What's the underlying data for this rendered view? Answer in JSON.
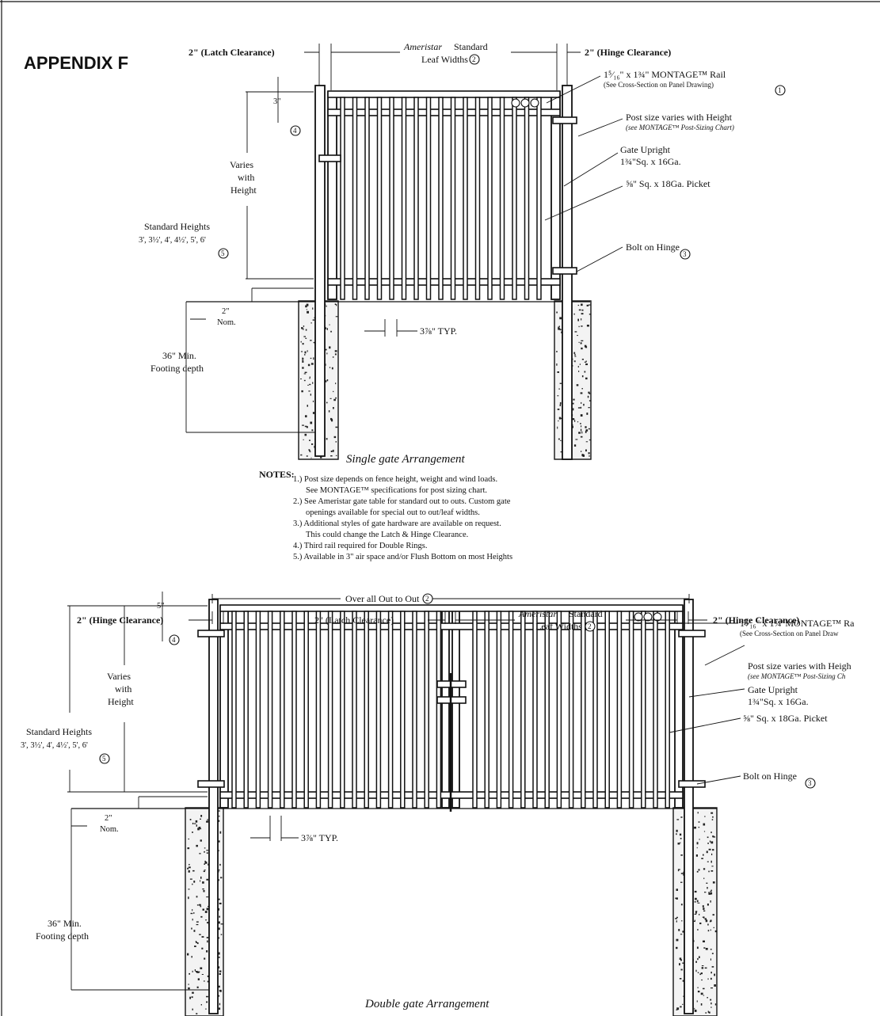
{
  "title": "APPENDIX F",
  "single": {
    "caption": "Single gate Arrangement",
    "latch_clearance": "2\" (Latch Clearance)",
    "hinge_clearance": "2\" (Hinge Clearance)",
    "leaf_width_brand": "Ameristar",
    "leaf_width_1": "Standard",
    "leaf_width_2": "Leaf Widths",
    "rail_label": "1⁵⁄₁₆\" x 1¾\" MONTAGE™ Rail",
    "rail_sub": "(See Cross-Section on Panel Drawing)",
    "post_label": "Post size varies with Height",
    "post_sub": "(see MONTAGE™ Post-Sizing Chart)",
    "upright_1": "Gate Upright",
    "upright_2": "1¾\"Sq. x 16Ga.",
    "picket": "⅝\" Sq. x 18Ga. Picket",
    "hinge": "Bolt on Hinge",
    "top_gap": "3\"",
    "varies_1": "Varies",
    "varies_2": "with",
    "varies_3": "Height",
    "std_heights_1": "Standard Heights",
    "std_heights_2": "3', 3½', 4', 4½', 5', 6'",
    "nom_1": "2\"",
    "nom_2": "Nom.",
    "spacing": "3⅞\" TYP.",
    "footing_1": "36\" Min.",
    "footing_2": "Footing depth"
  },
  "notes": {
    "heading": "NOTES:",
    "n1a": "1.) Post size depends on fence height, weight and wind loads.",
    "n1b": "See MONTAGE™ specifications for post sizing chart.",
    "n2a": "2.) See Ameristar gate table for standard out to outs. Custom gate",
    "n2b": "openings available for special out to out/leaf widths.",
    "n3a": "3.) Additional styles of gate hardware are available on request.",
    "n3b": "This could change the Latch & Hinge Clearance.",
    "n4": "4.) Third rail required for Double Rings.",
    "n5": "5.) Available in 3\" air space and/or Flush Bottom on most Heights"
  },
  "double": {
    "caption": "Double gate Arrangement",
    "overall": "Over all Out to Out",
    "hinge_clearance_left": "2\" (Hinge Clearance)",
    "latch_clearance": "2\" (Latch Clearance)",
    "hinge_clearance_right": "2\" (Hinge Clearance)",
    "leaf_width_brand": "Ameristar",
    "leaf_width_1": "Standard",
    "leaf_width_2": "Leaf Widths",
    "rail_label": "1⁵⁄₁₆\" x 1¾\"MONTAGE™ Ra",
    "rail_sub": "(See Cross-Section on Panel Draw",
    "post_label": "Post size varies with Heigh",
    "post_sub": "(see MONTAGE™ Post-Sizing Ch",
    "upright_1": "Gate Upright",
    "upright_2": "1¾\"Sq. x 16Ga.",
    "picket": "⅝\" Sq. x 18Ga. Picket",
    "hinge": "Bolt on Hinge",
    "top_gap": "5\"",
    "varies_1": "Varies",
    "varies_2": "with",
    "varies_3": "Height",
    "std_heights_1": "Standard Heights",
    "std_heights_2": "3', 3½', 4', 4½', 5', 6'",
    "nom_1": "2\"",
    "nom_2": "Nom.",
    "spacing": "3⅞\" TYP.",
    "footing_1": "36\" Min.",
    "footing_2": "Footing depth"
  },
  "markers": {
    "m1": "1",
    "m2": "2",
    "m3": "3",
    "m4": "4",
    "m5": "5"
  }
}
